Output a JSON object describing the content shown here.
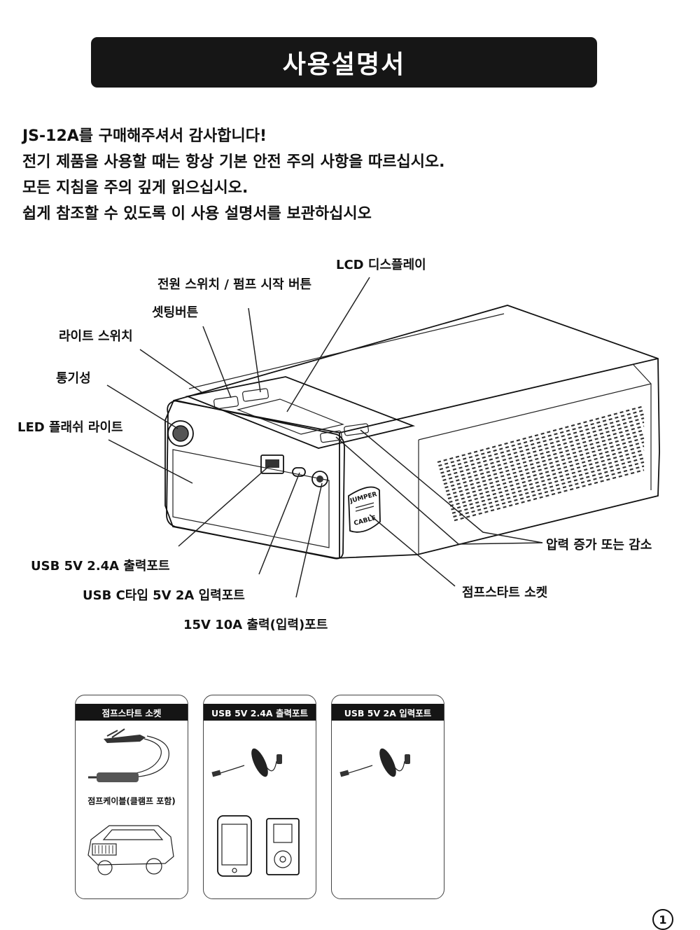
{
  "title": "사용설명서",
  "intro_lines": [
    "JS-12A를 구매해주셔서 감사합니다!",
    "전기 제품을 사용할 때는 항상 기본 안전 주의 사항을 따르십시오.",
    "모든 지침을 주의 깊게 읽으십시오.",
    "쉽게 참조할 수 있도록 이 사용 설명서를 보관하십시오"
  ],
  "callouts": {
    "lcd_display": "LCD 디스플레이",
    "power_switch": "전원 스위치 / 펌프 시작  버튼",
    "setting_button": "셋팅버튼",
    "light_switch": "라이트 스위치",
    "ventilation": "통기성",
    "led_flashlight": "LED 플래쉬 라이트",
    "usb_output": "USB 5V 2.4A 출력포트",
    "usb_c_input": "USB C타입 5V 2A 입력포트",
    "dc_output": "15V 10A 출력(입력)포트",
    "pressure": "압력 증가 또는 감소",
    "jump_socket": "점프스타트 소켓"
  },
  "device_label": {
    "line1": "JUMPER",
    "line2": "CABLE"
  },
  "cards": [
    {
      "title": "점프스타트 소켓",
      "caption": "점프케이블(클램프 포함)"
    },
    {
      "title": "USB 5V 2.4A 출력포트"
    },
    {
      "title": "USB 5V 2A 입력포트"
    }
  ],
  "icons": [
    "jumper-clamp-icon",
    "suv-car-icon",
    "usb-cable-icon",
    "smartphone-icon",
    "mp3-player-icon"
  ],
  "page_number": "1",
  "colors": {
    "title_bar": "#161616",
    "title_text": "#ffffff",
    "ink": "#111111"
  }
}
